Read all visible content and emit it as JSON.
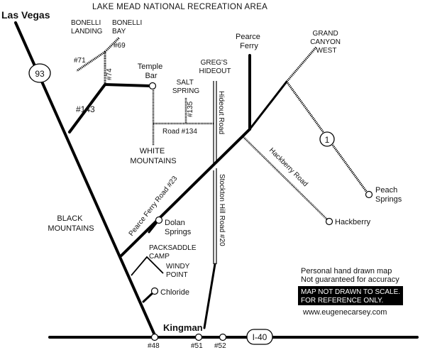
{
  "title": "LAKE MEAD NATIONAL RECREATION AREA",
  "places": {
    "las_vegas": "Las Vegas",
    "bonelli_landing": [
      "BONELLI",
      "LANDING"
    ],
    "bonelli_bay": [
      "BONELLI",
      "BAY"
    ],
    "temple_bar": [
      "Temple",
      "Bar"
    ],
    "salt_spring": [
      "SALT",
      "SPRING"
    ],
    "gregs_hideout": [
      "GREG'S",
      "HIDEOUT"
    ],
    "pearce_ferry": [
      "Pearce",
      "Ferry"
    ],
    "grand_canyon_west": [
      "GRAND",
      "CANYON",
      "WEST"
    ],
    "white_mountains": [
      "WHITE",
      "MOUNTAINS"
    ],
    "black_mountains": [
      "BLACK",
      "MOUNTAINS"
    ],
    "dolan_springs": [
      "Dolan",
      "Springs"
    ],
    "packsaddle_camp": [
      "PACKSADDLE",
      "CAMP"
    ],
    "windy_point": [
      "WINDY",
      "POINT"
    ],
    "chloride": "Chloride",
    "kingman": "Kingman",
    "hackberry": "Hackberry",
    "peach_springs": [
      "Peach",
      "Springs"
    ]
  },
  "roads": {
    "r71": "#71",
    "r69": "#69",
    "r74": "#74",
    "r143": "#143",
    "r135": "#135",
    "road134": "Road #134",
    "hideout_road": "Hideout Road",
    "pearce_ferry_road": "Pearce Ferry Road #23",
    "stockton_hill_road": "Stockton Hill Road #20",
    "hackberry_road": "Hackberry Road",
    "r48": "#48",
    "r51": "#51",
    "r52": "#52"
  },
  "shields": {
    "us93": "93",
    "i40": "I-40",
    "route1": "1"
  },
  "notes": {
    "line1": "Personal hand drawn map",
    "line2": "Not guaranteed for accuracy",
    "scale1": "MAP NOT DRAWN TO SCALE.",
    "scale2": "FOR REFERENCE ONLY.",
    "website": "www.eugenecarsey.com"
  }
}
